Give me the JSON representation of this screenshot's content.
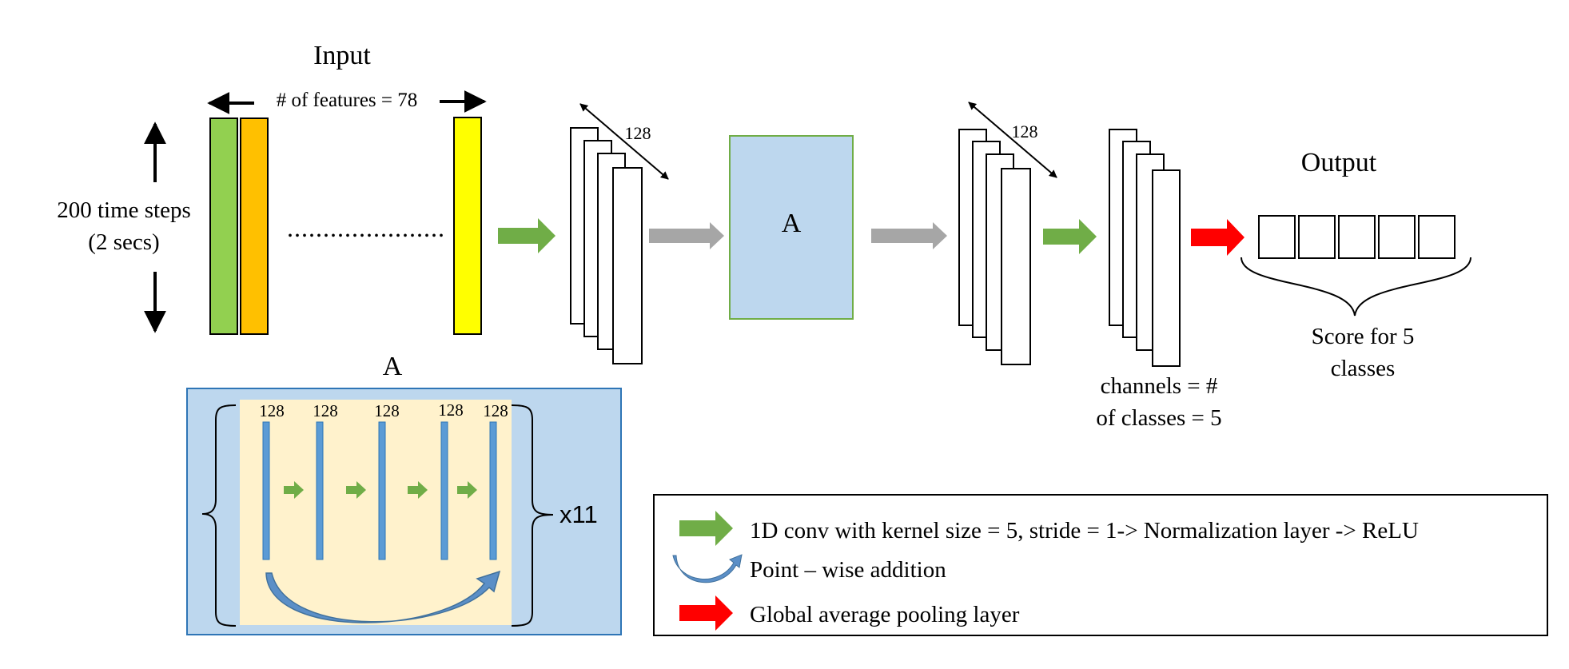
{
  "input": {
    "title": "Input",
    "features_label": "# of features = 78",
    "time_label_line1": "200 time steps",
    "time_label_line2": "(2 secs)",
    "dots": "......................"
  },
  "block1": {
    "depth_label": "128"
  },
  "block_a": {
    "label": "A"
  },
  "block2": {
    "depth_label": "128"
  },
  "final_block": {
    "caption_line1": "channels = #",
    "caption_line2": "of classes = 5"
  },
  "output": {
    "title": "Output",
    "caption_line1": "Score for 5",
    "caption_line2": "classes",
    "box_count": 5
  },
  "detail_a": {
    "title": "A",
    "bar_labels": [
      "128",
      "128",
      "128",
      "128",
      "128"
    ],
    "repeat_label": "x11"
  },
  "legend": {
    "conv_label": "1D conv with kernel size = 5, stride = 1-> Normalization layer -> ReLU",
    "add_label": "Point – wise addition",
    "pool_label": "Global average pooling layer"
  },
  "colors": {
    "feature_green": "#92d050",
    "feature_orange": "#ffc000",
    "feature_yellow": "#ffff00",
    "conv_arrow": "#70ad47",
    "pass_arrow": "#a6a6a6",
    "pool_arrow": "#ff0000",
    "block_a_fill": "#bdd7ee",
    "block_a_border": "#70ad47",
    "detail_border": "#2e75b6",
    "detail_inner": "#fff2cc",
    "residual_arrow": "#5b8fc7"
  }
}
